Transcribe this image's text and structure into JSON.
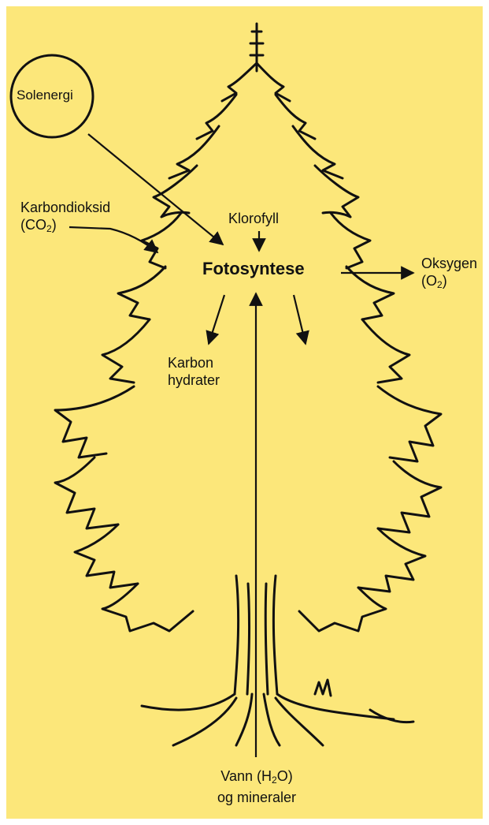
{
  "colors": {
    "background": "#fce77a",
    "ink": "#111111"
  },
  "labels": {
    "sun": "Solenergi",
    "co2_line1": "Karbondioksid",
    "co2_open": "(CO",
    "co2_sub": "2",
    "co2_close": ")",
    "chlorophyll": "Klorofyll",
    "photosynthesis": "Fotosyntese",
    "o2_line1": "Oksygen",
    "o2_open": "(O",
    "o2_sub": "2",
    "o2_close": ")",
    "carbo_line1": "Karbon",
    "carbo_line2": "hydrater",
    "water_open": "Vann (H",
    "water_sub": "2",
    "water_close": "O)",
    "water_line2": "og mineraler"
  }
}
